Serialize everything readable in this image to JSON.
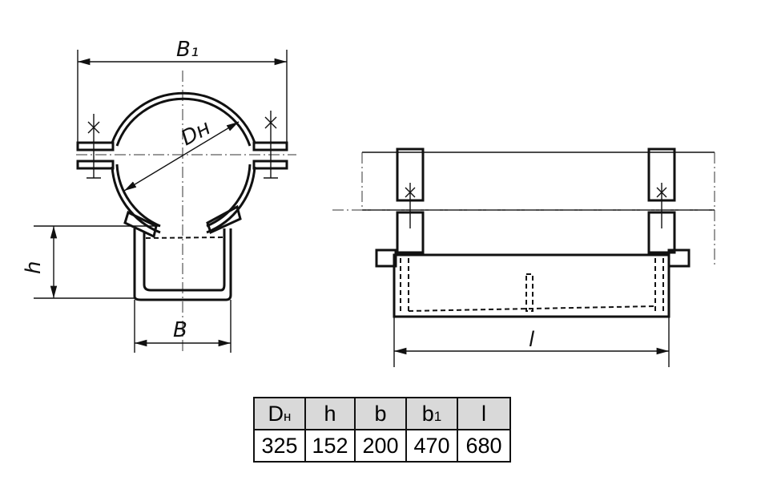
{
  "drawing": {
    "labels": {
      "b1": "B₁",
      "dn": "Dн",
      "h": "h",
      "b": "B",
      "l": "l"
    }
  },
  "table": {
    "headers": [
      {
        "main": "D",
        "sub": "н"
      },
      {
        "main": "h",
        "sub": ""
      },
      {
        "main": "b",
        "sub": ""
      },
      {
        "main": "b",
        "sub": "1"
      },
      {
        "main": "l",
        "sub": ""
      }
    ],
    "values": [
      "325",
      "152",
      "200",
      "470",
      "680"
    ]
  }
}
